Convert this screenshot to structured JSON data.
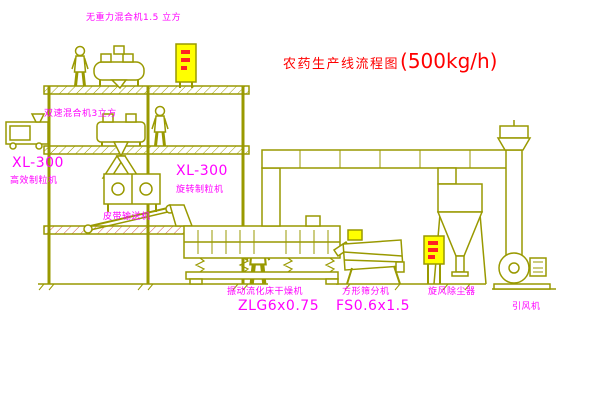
{
  "title": {
    "text": "农药生产线流程图",
    "capacity": "(500kg/h)"
  },
  "labels": {
    "zero_gravity_mixer": "无重力混合机1.5 立方",
    "double_speed_mixer": "双速混合机3立方",
    "left_granulator_model": "XL-300",
    "left_granulator_name": "高效制粒机",
    "rotary_granulator_model": "XL-300",
    "rotary_granulator_name": "旋转制粒机",
    "belt_conveyor": "皮带输送机",
    "fluid_bed_dryer": "振动流化床干燥机",
    "fluid_bed_dryer_model": "ZLG6x0.75",
    "square_sieve": "方形筛分机",
    "square_sieve_model": "FS0.6x1.5",
    "cyclone": "旋风除尘器",
    "induced_draft_fan": "引风机"
  },
  "colors": {
    "line": "#999900",
    "label": "#FF00FF",
    "title": "#FF0000",
    "cabinet_fill": "#FFFF00",
    "cabinet_text": "#FF2222"
  }
}
